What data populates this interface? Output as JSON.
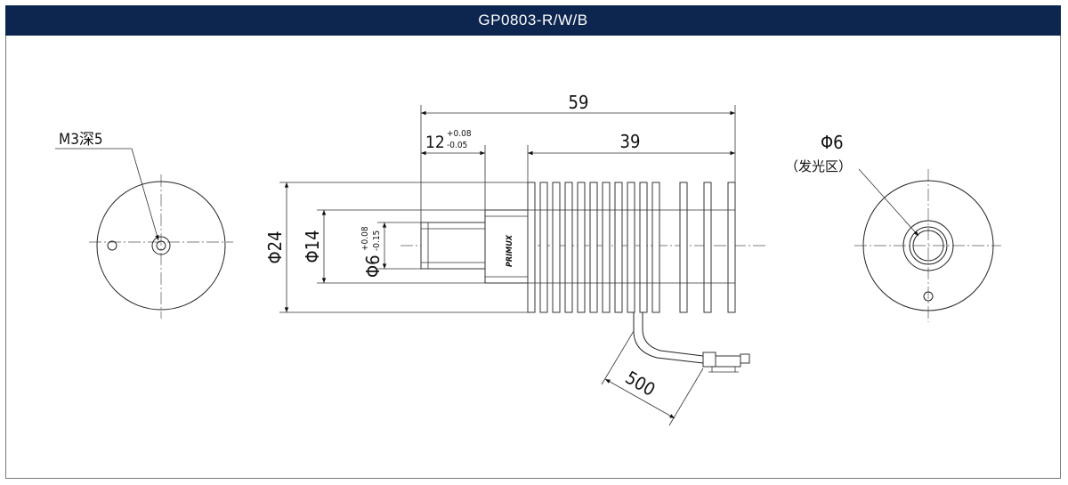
{
  "header": {
    "title": "GP0803-R/W/B"
  },
  "left_view": {
    "thread_label": "M3深5"
  },
  "side_view": {
    "dim_length_total": "59",
    "dim_heatsink_length": "39",
    "dim_front_length_base": "12",
    "dim_front_length_tol_plus": "+0.08",
    "dim_front_length_tol_minus": "-0.05",
    "dim_outer_dia": "Φ24",
    "dim_body_dia": "Φ14",
    "dim_lens_dia_base": "Φ6",
    "dim_lens_dia_tol_plus": "+0.08",
    "dim_lens_dia_tol_minus": "-0.15",
    "dim_cable_length": "500",
    "brand_mark": "PRIMUX"
  },
  "right_view": {
    "emit_dia_label": "Φ6",
    "emit_area_label": "（发光区）"
  },
  "colors": {
    "header_bg": "#0d2650",
    "header_text": "#ffffff",
    "line": "#222222"
  }
}
